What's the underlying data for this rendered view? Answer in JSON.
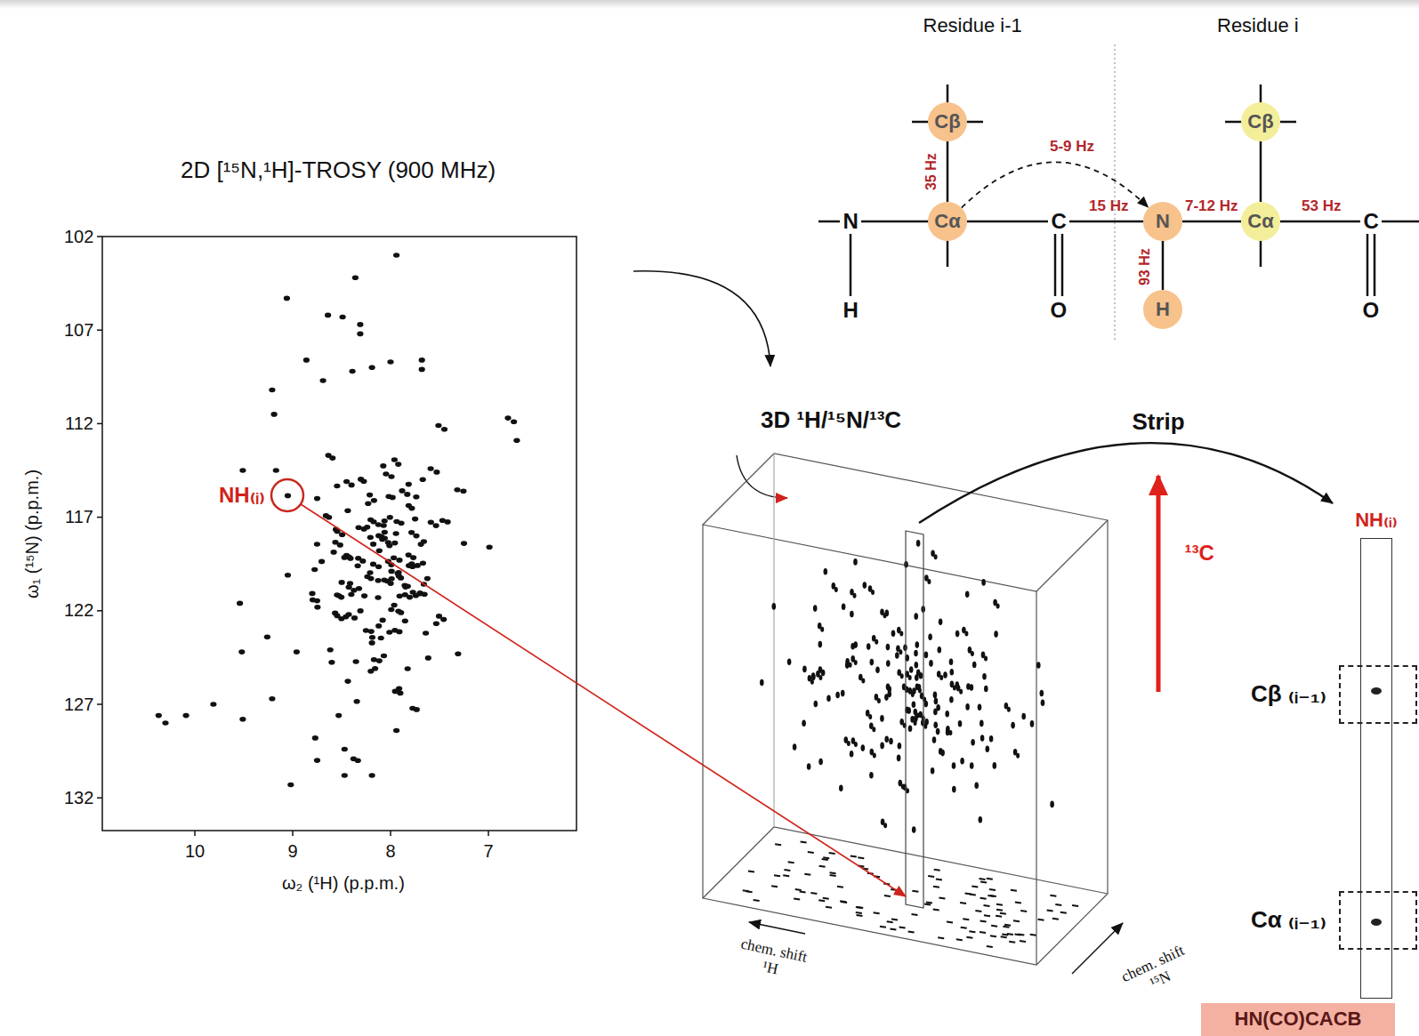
{
  "diagram": {
    "nodes": [
      {
        "text": [
          "Cβ"
        ]
      },
      {
        "text": [
          "Cβ"
        ]
      },
      {
        "text": [
          "Cα"
        ]
      },
      {
        "text": [
          "N"
        ]
      },
      {
        "text": [
          "Cα"
        ]
      },
      {
        "text": [
          "H"
        ]
      },
      {
        "text": [
          "NH₍ᵢ₎"
        ]
      },
      {
        "text": [
          "Cβ ₍ᵢ₋₁₎"
        ]
      },
      {
        "text": [
          "Cα ₍ᵢ₋₁₎"
        ]
      },
      {
        "text": [
          "HN(CO)CACB"
        ]
      }
    ],
    "edges": [
      {
        "from": 2,
        "to": 0,
        "label": "35 Hz",
        "arrow": "none"
      },
      {
        "from": 2,
        "to": 3,
        "label": "5-9 Hz",
        "arrow": "to"
      },
      {
        "from": 3,
        "to": 5,
        "label": "93 Hz",
        "arrow": "none"
      },
      {
        "from": 3,
        "to": 4,
        "label": "7-12 Hz",
        "arrow": "none"
      },
      {
        "from": 4,
        "to": 1,
        "arrow": "none"
      }
    ],
    "labels": [
      "2D [¹⁵N,¹H]-TROSY (900 MHz)",
      "102",
      "107",
      "112",
      "117",
      "122",
      "127",
      "132",
      "10",
      "9",
      "8",
      "7",
      "ω₁ (¹⁵N) (p.p.m.)",
      "ω₂ (¹H) (p.p.m.)",
      "NH₍ᵢ₎",
      "Residue i-1",
      "Residue i",
      "N",
      "C",
      "C",
      "H",
      "O",
      "O",
      "15 Hz",
      "53 Hz",
      "3D ¹H/¹⁵N/¹³C",
      "Strip",
      "¹³C",
      "chem. shift ¹H",
      "chem. shift ¹⁵N"
    ]
  }
}
